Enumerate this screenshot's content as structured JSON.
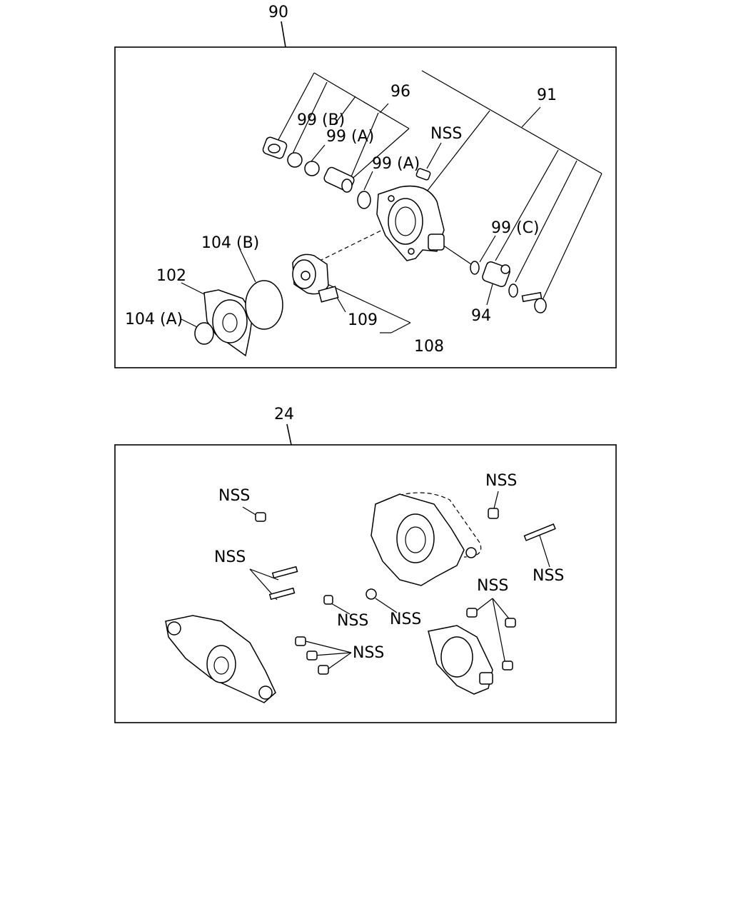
{
  "panels": [
    {
      "ref": "90",
      "labels": {
        "l96": "96",
        "l91": "91",
        "l99b": "99 (B)",
        "l99a1": "99 (A)",
        "l99a2": "99 (A)",
        "lnss": "NSS",
        "l99c": "99 (C)",
        "l104b": "104 (B)",
        "l102": "102",
        "l104a": "104 (A)",
        "l109": "109",
        "l108": "108",
        "l94": "94"
      }
    },
    {
      "ref": "24",
      "labels": {
        "nss1": "NSS",
        "nss2": "NSS",
        "nss3": "NSS",
        "nss4": "NSS",
        "nss5": "NSS",
        "nss6": "NSS",
        "nss7": "NSS",
        "nss8": "NSS"
      }
    }
  ]
}
